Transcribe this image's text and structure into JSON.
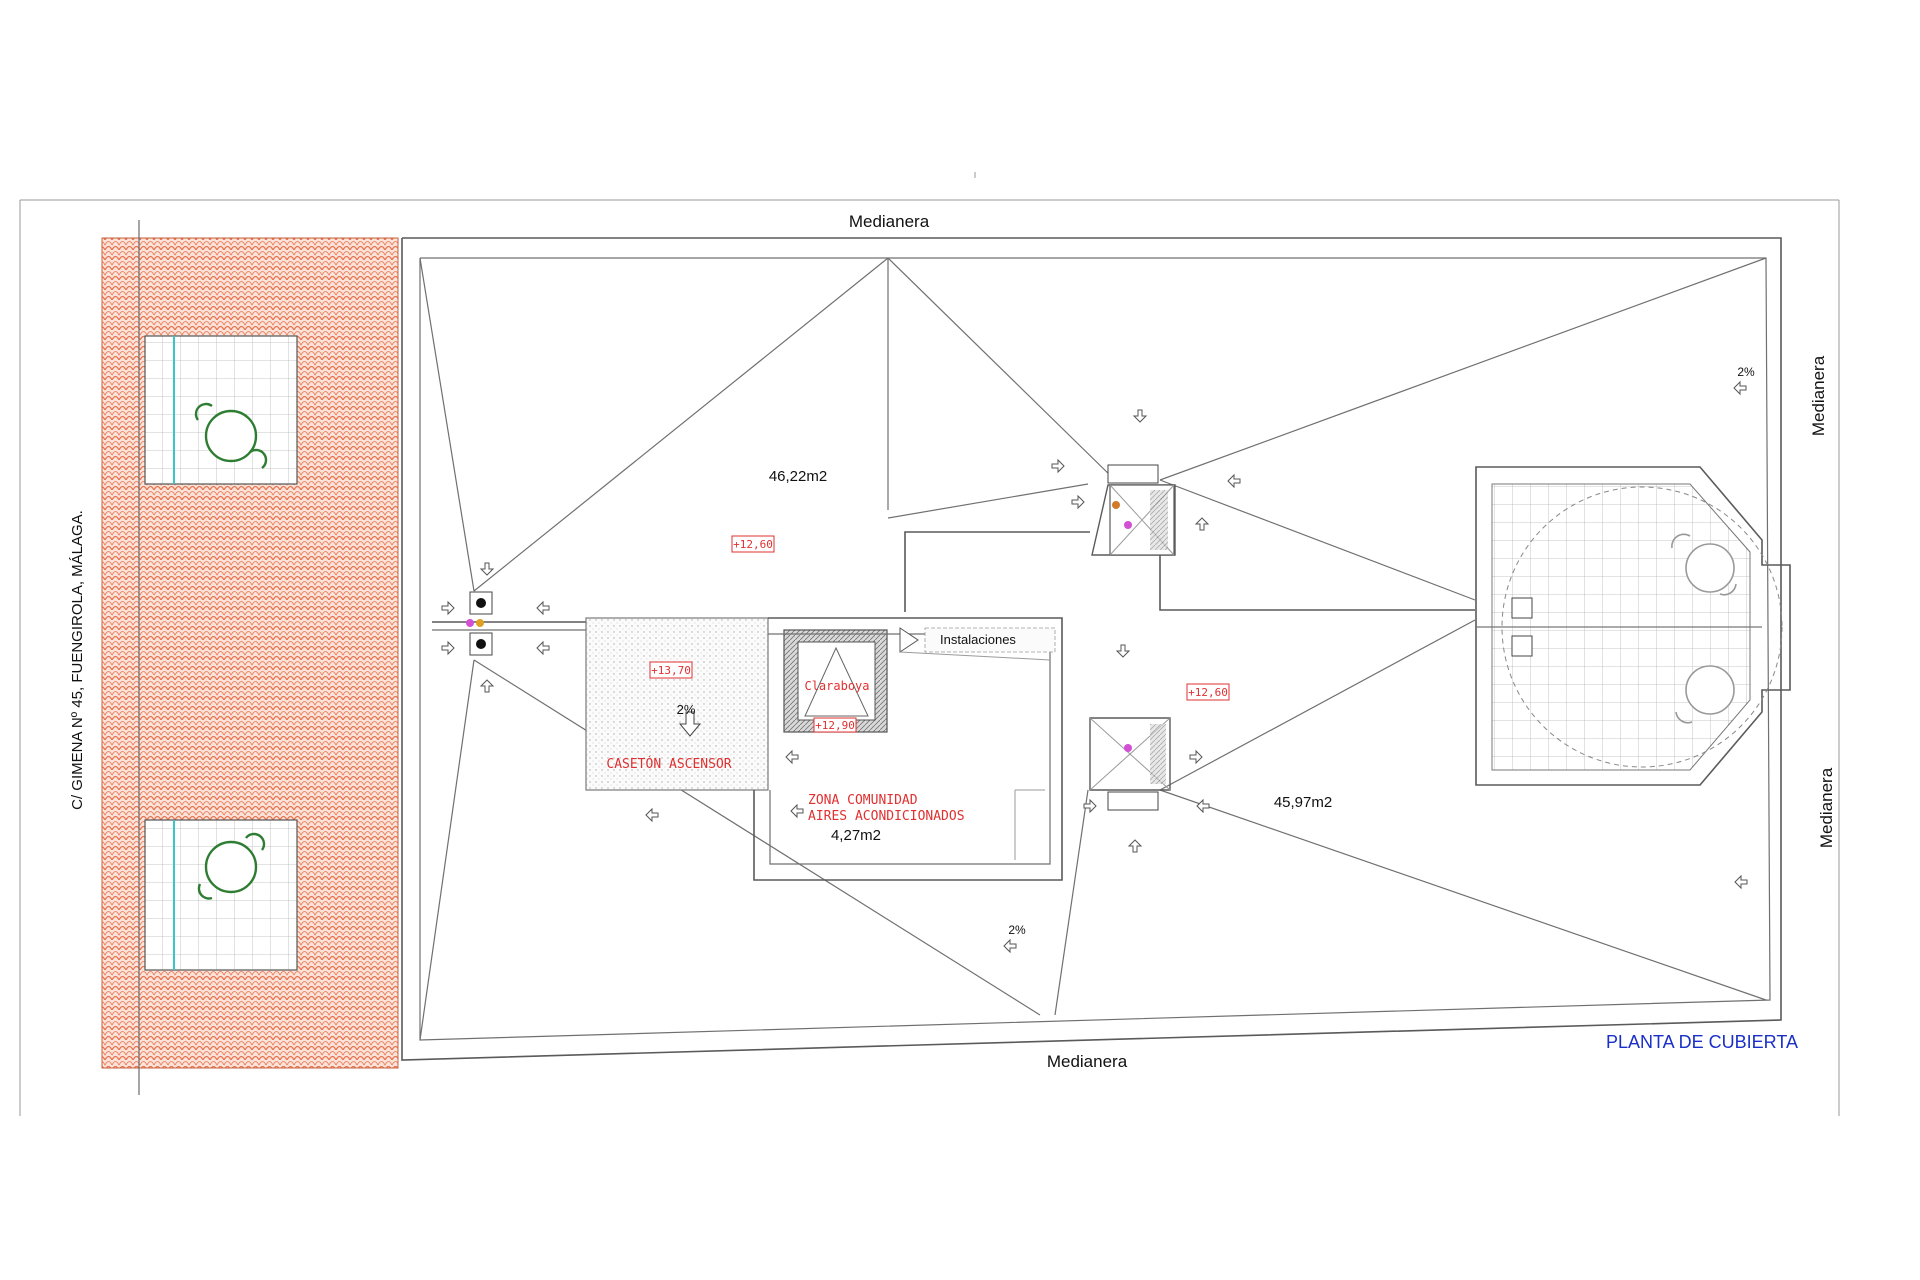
{
  "title": "PLANTA DE CUBIERTA",
  "street": "C/ GIMENA Nº 45, FUENGIROLA, MÁLAGA.",
  "boundaries": {
    "top": "Medianera",
    "bottom": "Medianera",
    "right_upper": "Medianera",
    "right_lower": "Medianera"
  },
  "areas": {
    "upper_left": "46,22m2",
    "right": "45,97m2",
    "ac_zone": "4,27m2"
  },
  "levels": {
    "roof_left": "+12,60",
    "roof_right": "+12,60",
    "lift_shaft": "+13,70",
    "skylight": "+12,90"
  },
  "zones": {
    "lift": "CASETÓN ASCENSOR",
    "skylight": "Claraboya",
    "installations": "Instalaciones",
    "ac_line1": "ZONA COMUNIDAD",
    "ac_line2": "AIRES ACONDICIONADOS"
  },
  "slopes": {
    "lift": "2%",
    "top_right": "2%",
    "bottom_center": "2%"
  },
  "colors": {
    "tile": "#e8734f",
    "title": "#1a2fc8",
    "level_marks": "#e03030",
    "furniture": "#2e7d32",
    "pool_edge": "#39c6c6"
  }
}
